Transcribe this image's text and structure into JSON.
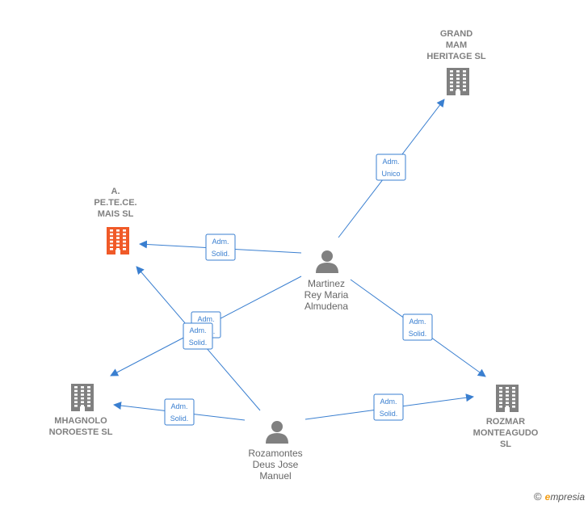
{
  "companies": [
    {
      "id": "grand",
      "lines": [
        "GRAND",
        "MAM",
        "HERITAGE SL"
      ],
      "highlight": false
    },
    {
      "id": "apet",
      "lines": [
        "A.",
        "PE.TE.CE.",
        "MAIS SL"
      ],
      "highlight": true
    },
    {
      "id": "mhag",
      "lines": [
        "MHAGNOLO",
        "NOROESTE SL"
      ],
      "highlight": false
    },
    {
      "id": "rozmar",
      "lines": [
        "ROZMAR",
        "MONTEAGUDO",
        "SL"
      ],
      "highlight": false
    }
  ],
  "persons": [
    {
      "id": "martinez",
      "lines": [
        "Martinez",
        "Rey Maria",
        "Almudena"
      ]
    },
    {
      "id": "rozamontes",
      "lines": [
        "Rozamontes",
        "Deus Jose",
        "Manuel"
      ]
    }
  ],
  "edges": [
    {
      "from": "martinez",
      "to": "grand",
      "label": [
        "Adm.",
        "Unico"
      ]
    },
    {
      "from": "martinez",
      "to": "apet",
      "label": [
        "Adm.",
        "Solid."
      ]
    },
    {
      "from": "martinez",
      "to": "mhag",
      "label": [
        "Adm.",
        "Solid."
      ]
    },
    {
      "from": "martinez",
      "to": "rozmar",
      "label": [
        "Adm.",
        "Solid."
      ]
    },
    {
      "from": "rozamontes",
      "to": "apet",
      "label": [
        "Adm.",
        "Solid."
      ]
    },
    {
      "from": "rozamontes",
      "to": "mhag",
      "label": [
        "Adm.",
        "Solid."
      ]
    },
    {
      "from": "rozamontes",
      "to": "rozmar",
      "label": [
        "Adm.",
        "Solid."
      ]
    }
  ],
  "colors": {
    "edge": "#3a7fd0",
    "building": "#808080",
    "building_highlight": "#f05a28",
    "person": "#808080"
  },
  "icons": {
    "company": "building-icon",
    "person": "person-icon"
  },
  "brand": {
    "copyright": "©",
    "initial": "e",
    "name": "mpresia"
  }
}
